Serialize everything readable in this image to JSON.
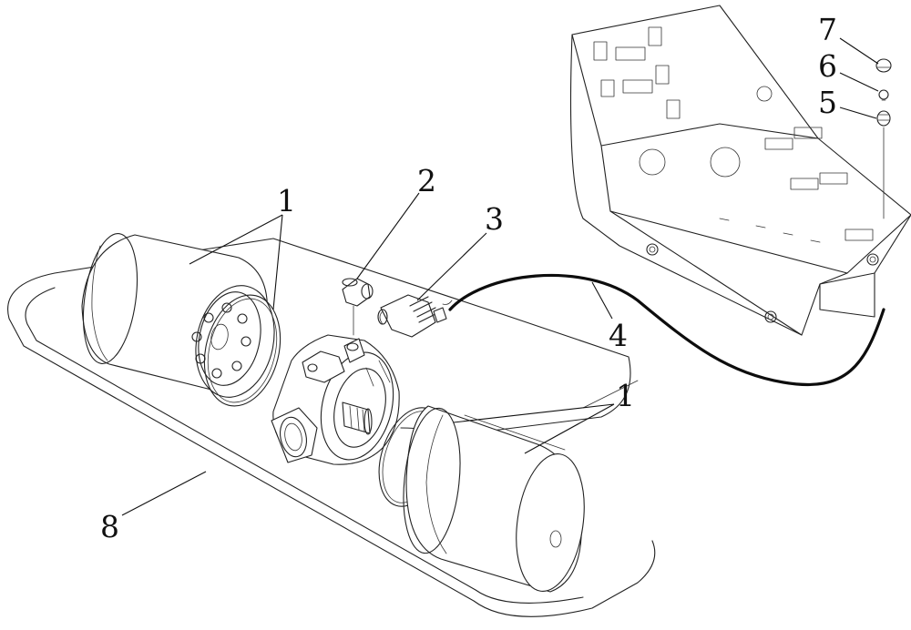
{
  "diagram": {
    "callouts": [
      {
        "id": "c7",
        "label": "7"
      },
      {
        "id": "c6",
        "label": "6"
      },
      {
        "id": "c5",
        "label": "5"
      },
      {
        "id": "c2",
        "label": "2"
      },
      {
        "id": "c3",
        "label": "3"
      },
      {
        "id": "c1a",
        "label": "1"
      },
      {
        "id": "c4",
        "label": "4"
      },
      {
        "id": "c1b",
        "label": "1"
      },
      {
        "id": "c8",
        "label": "8"
      }
    ]
  }
}
